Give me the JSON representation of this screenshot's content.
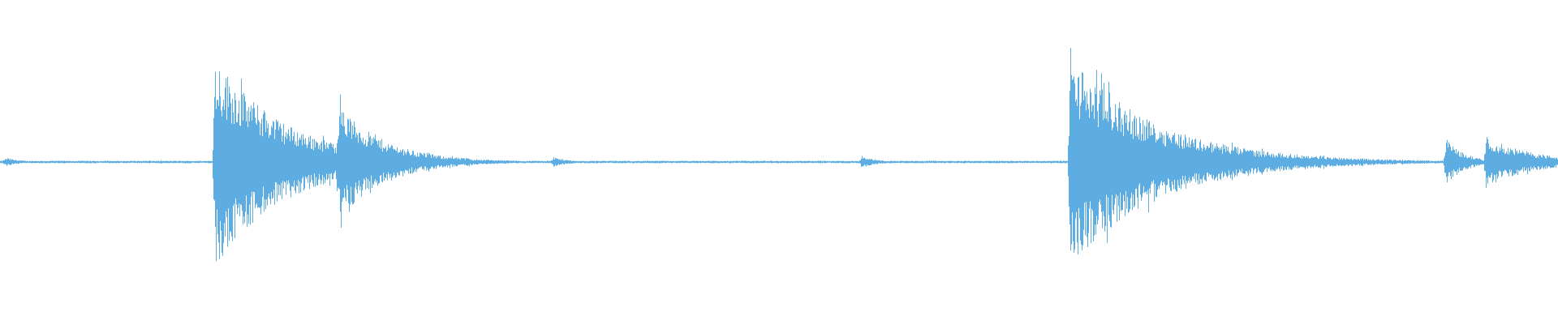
{
  "waveform": {
    "color": "#5dade2",
    "baseline_noise": 0.012,
    "events": [
      {
        "start": 0.0,
        "attack": 0.004,
        "peak": 0.04,
        "decay": 0.01,
        "kind": "noise"
      },
      {
        "start": 0.136,
        "attack": 0.002,
        "peak": 1.0,
        "decay": 0.045,
        "kind": "burst"
      },
      {
        "start": 0.215,
        "attack": 0.002,
        "peak": 0.55,
        "decay": 0.03,
        "kind": "burst"
      },
      {
        "start": 0.353,
        "attack": 0.002,
        "peak": 0.05,
        "decay": 0.01,
        "kind": "tick"
      },
      {
        "start": 0.551,
        "attack": 0.002,
        "peak": 0.06,
        "decay": 0.01,
        "kind": "tick"
      },
      {
        "start": 0.685,
        "attack": 0.002,
        "peak": 1.0,
        "decay": 0.055,
        "kind": "burst"
      },
      {
        "start": 0.926,
        "attack": 0.002,
        "peak": 0.22,
        "decay": 0.012,
        "kind": "burst"
      },
      {
        "start": 0.952,
        "attack": 0.002,
        "peak": 0.24,
        "decay": 0.03,
        "kind": "burst"
      }
    ]
  }
}
